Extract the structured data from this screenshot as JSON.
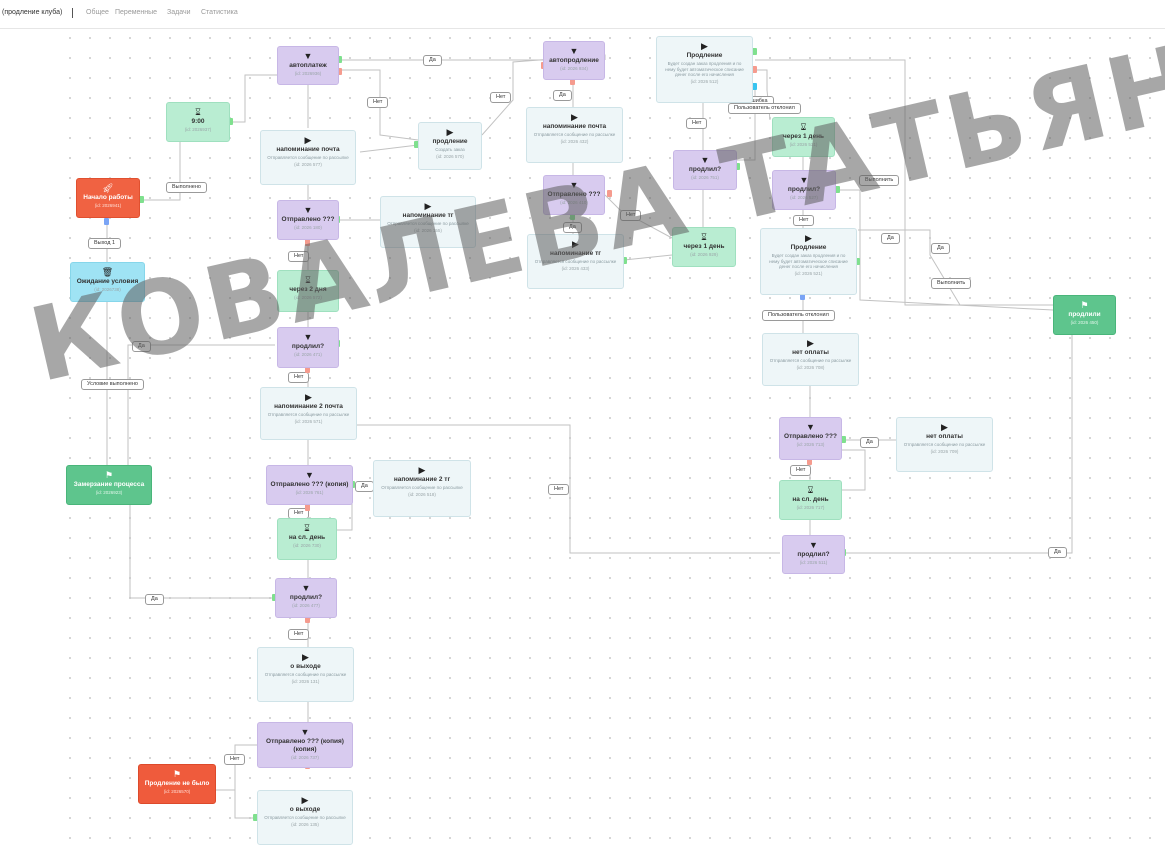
{
  "header": {
    "flow_title": "(продление клуба)",
    "tabs": [
      "Общее",
      "Переменные",
      "Задачи",
      "Статистика"
    ]
  },
  "watermark": "КОВАЛЕВА ТАТЬЯНА",
  "nodes": {
    "start": {
      "title": "Начало работы",
      "id": "(id: 2026941)",
      "icon": "rocket-icon"
    },
    "wait_cond": {
      "title": "Ожидание условия",
      "id": "(id: 2026738)",
      "icon": "trash-icon"
    },
    "freeze": {
      "title": "Замерзание процесса",
      "id": "(id: 2026923)",
      "icon": "flag-icon"
    },
    "t900": {
      "title": "9:00",
      "id": "(id: 2026937)",
      "icon": "hourglass-icon"
    },
    "autopay1": {
      "title": "автоплатеж",
      "id": "(id: 2026936)",
      "icon": "filter-icon"
    },
    "prolong_mid": {
      "title": "продление",
      "sub": "Создать заказ",
      "id": "(id: 2026 570)",
      "icon": "play-icon"
    },
    "remind_mail": {
      "title": "напоминание почта",
      "sub": "Отправляется сообщение по рассылке",
      "id": "(id: 2026 577)",
      "icon": "play-icon"
    },
    "sent1": {
      "title": "Отправлено ???",
      "id": "(id: 2026 180)",
      "icon": "filter-icon"
    },
    "remind_tg": {
      "title": "напоминание тг",
      "sub": "Отправляется сообщение по рассылке",
      "id": "(id: 2026 155)",
      "icon": "play-icon"
    },
    "wait2": {
      "title": "через 2 дня",
      "id": "(id: 2026 572)",
      "icon": "hourglass-icon"
    },
    "prolonged1": {
      "title": "продлил?",
      "id": "(id: 2026 471)",
      "icon": "filter-icon"
    },
    "remind_mail2": {
      "title": "напоминание 2 почта",
      "sub": "Отправляется сообщение по рассылке",
      "id": "(id: 2026 571)",
      "icon": "play-icon"
    },
    "sent2": {
      "title": "Отправлено ??? (копия)",
      "id": "(id: 2026 761)",
      "icon": "filter-icon"
    },
    "remind_tg2": {
      "title": "напоминание 2 тг",
      "sub": "Отправляется сообщение по рассылке",
      "id": "(id: 2026 518)",
      "icon": "play-icon"
    },
    "nextday1": {
      "title": "на сл. день",
      "id": "(id: 2026 730)",
      "icon": "hourglass-icon"
    },
    "prolonged2": {
      "title": "продлил?",
      "id": "(id: 2026 477)",
      "icon": "filter-icon"
    },
    "exit1": {
      "title": "о выходе",
      "sub": "Отправляется сообщение по рассылке",
      "id": "(id: 2026 131)",
      "icon": "play-icon"
    },
    "sent3": {
      "title": "Отправлено ??? (копия) (копия)",
      "id": "(id: 2026 737)",
      "icon": "filter-icon"
    },
    "exit2": {
      "title": "о выходе",
      "sub": "Отправляется сообщение по рассылке",
      "id": "(id: 2026 135)",
      "icon": "play-icon"
    },
    "no_prolong": {
      "title": "Продление не было",
      "id": "(id: 2026570)",
      "icon": "flag-icon"
    },
    "autopay2": {
      "title": "автопродление",
      "id": "(id: 2026 934)",
      "icon": "filter-icon"
    },
    "remind_mail3": {
      "title": "напоминание почта",
      "sub": "Отправляется сообщение по рассылке",
      "id": "(id: 2026 432)",
      "icon": "play-icon"
    },
    "sent4": {
      "title": "Отправлено ???",
      "id": "(id: 2026 410)",
      "icon": "filter-icon"
    },
    "remind_tg3": {
      "title": "напоминание тг",
      "sub": "Отправляется сообщение по рассылке",
      "id": "(id: 2026 433)",
      "icon": "play-icon"
    },
    "wait1day_a": {
      "title": "через 1 день",
      "id": "(id: 2026 929)",
      "icon": "hourglass-icon"
    },
    "prolonged3": {
      "title": "продлил?",
      "id": "(id: 2026 751)",
      "icon": "filter-icon"
    },
    "prolong_top": {
      "title": "Продление",
      "sub": "Будет создан заказ продления и по нему будет автоматическое списание денег после его начисления",
      "id": "(id: 2026 512)",
      "icon": "play-icon"
    },
    "wait1day_b": {
      "title": "через 1 день",
      "id": "(id: 2026 531)",
      "icon": "hourglass-icon"
    },
    "prolonged4": {
      "title": "продлил?",
      "id": "(id: 2026 527)",
      "icon": "filter-icon"
    },
    "prolong_mid2": {
      "title": "Продление",
      "sub": "Будет создан заказ продления и по нему будет автоматическое списание денег после его начисления",
      "id": "(id: 2026 521)",
      "icon": "play-icon"
    },
    "no_pay": {
      "title": "нет оплаты",
      "sub": "Отправляется сообщение по рассылке",
      "id": "(id: 2026 708)",
      "icon": "play-icon"
    },
    "sent5": {
      "title": "Отправлено ???",
      "id": "(id: 2026 713)",
      "icon": "filter-icon"
    },
    "no_pay2": {
      "title": "нет оплаты",
      "sub": "Отправляется сообщение по рассылке",
      "id": "(id: 2026 709)",
      "icon": "play-icon"
    },
    "nextday2": {
      "title": "на сл. день",
      "id": "(id: 2026 717)",
      "icon": "hourglass-icon"
    },
    "prolonged5": {
      "title": "продлил?",
      "id": "(id: 2026 511)",
      "icon": "filter-icon"
    },
    "prolong_end": {
      "title": "продлили",
      "id": "(id: 2026 450)",
      "icon": "flag-icon"
    }
  },
  "edge_labels": {
    "done1": "Выполнено",
    "exit1": "Выход 1",
    "cond_done": "Условие выполнено",
    "yes": "Да",
    "no": "Нет",
    "error": "Ошибка",
    "user_canceled": "Пользователь отклонил",
    "execute": "Выполнить",
    "executed": "Выполнить"
  },
  "colors": {
    "message": "#eef6f8",
    "condition": "#d8cbef",
    "wait": "#b9edd2",
    "start": "#f06242",
    "finish_green": "#5ec58d",
    "target": "#9fe3f4"
  }
}
